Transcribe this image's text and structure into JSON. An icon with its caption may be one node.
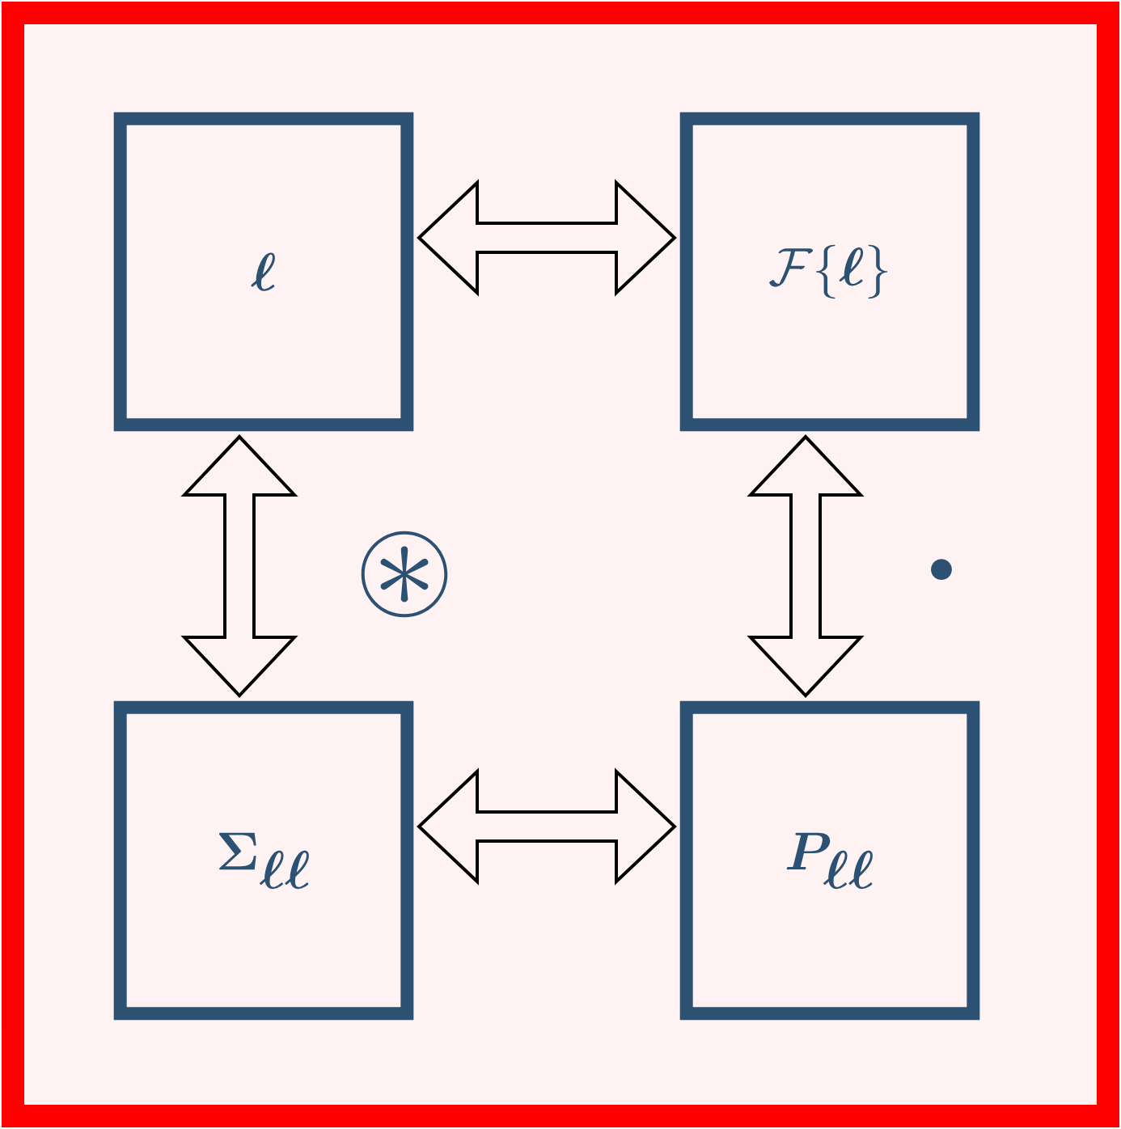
{
  "diagram": {
    "nodes": [
      {
        "text": [
          "\\boldsymbol{\\ell}"
        ]
      },
      {
        "text": [
          "\\mathcal{F}\\{\\boldsymbol{\\ell}\\}"
        ]
      },
      {
        "text": [
          "\\boldsymbol{\\Sigma}_{\\boldsymbol{\\ell}\\boldsymbol{\\ell}}"
        ]
      },
      {
        "text": [
          "\\boldsymbol{P}_{\\boldsymbol{\\ell}\\boldsymbol{\\ell}}"
        ]
      }
    ],
    "edges": [
      {
        "from": 0,
        "to": 1,
        "arrow": "both"
      },
      {
        "from": 0,
        "to": 2,
        "arrow": "both"
      },
      {
        "from": 1,
        "to": 3,
        "arrow": "both"
      },
      {
        "from": 2,
        "to": 3,
        "arrow": "both"
      }
    ],
    "labels": [
      "\\circledast",
      "\\bullet"
    ]
  }
}
